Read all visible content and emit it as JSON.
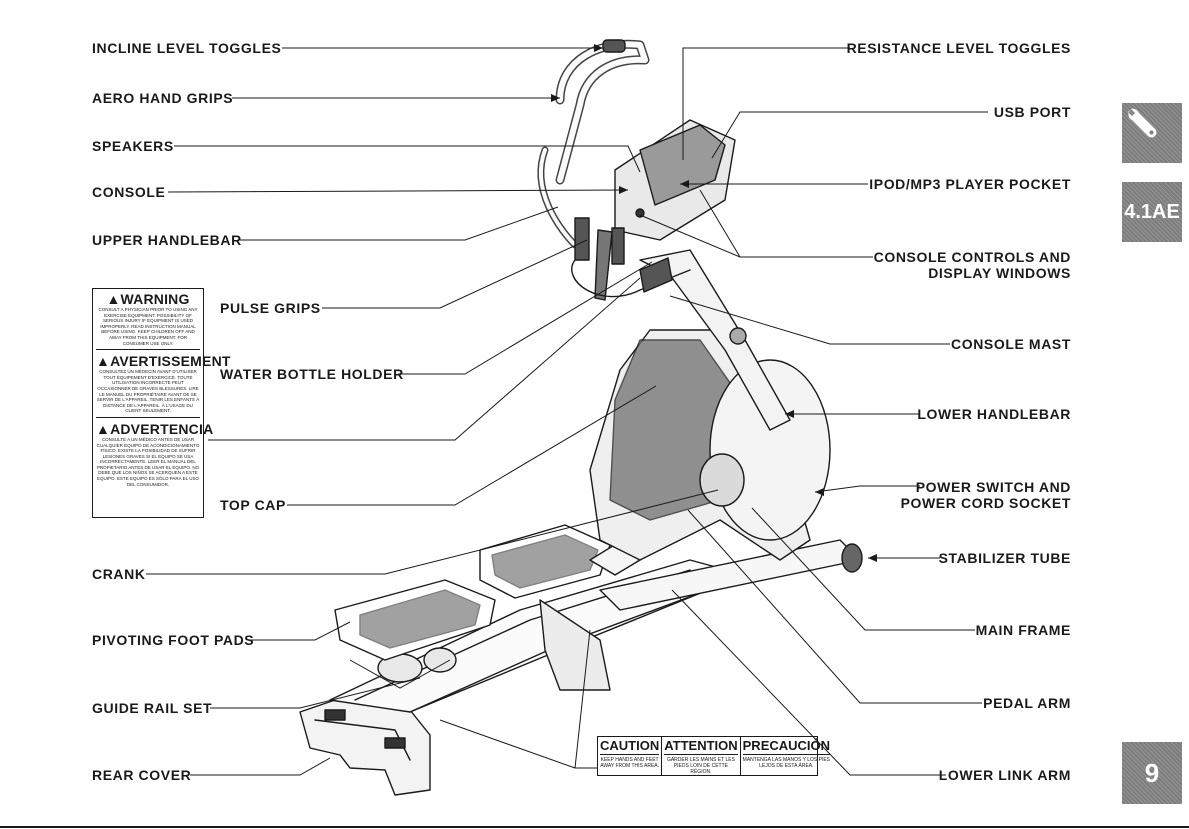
{
  "labels": {
    "incline": "INCLINE LEVEL TOGGLES",
    "aero": "AERO HAND GRIPS",
    "speakers": "SPEAKERS",
    "console": "CONSOLE",
    "upper_handlebar": "UPPER HANDLEBAR",
    "pulse_grips": "PULSE GRIPS",
    "water_bottle": "WATER BOTTLE HOLDER",
    "top_cap": "TOP CAP",
    "crank": "CRANK",
    "foot_pads": "PIVOTING FOOT PADS",
    "guide_rail": "GUIDE RAIL SET",
    "rear_cover": "REAR COVER",
    "resistance": "RESISTANCE LEVEL TOGGLES",
    "usb": "USB PORT",
    "ipod": "IPOD/MP3 PLAYER POCKET",
    "console_controls_1": "CONSOLE CONTROLS AND",
    "console_controls_2": "DISPLAY WINDOWS",
    "console_mast": "CONSOLE MAST",
    "lower_handlebar": "LOWER HANDLEBAR",
    "power_switch_1": "POWER SWITCH AND",
    "power_switch_2": "POWER CORD SOCKET",
    "stabilizer": "STABILIZER TUBE",
    "main_frame": "MAIN FRAME",
    "pedal_arm": "PEDAL ARM",
    "lower_link": "LOWER LINK ARM"
  },
  "warning": {
    "en_title": "WARNING",
    "en_text": "CONSULT A PHYSICIAN PRIOR TO USING ANY EXERCISE EQUIPMENT. POSSIBILITY OF SERIOUS INJURY IF EQUIPMENT IS USED IMPROPERLY. READ INSTRUCTION MANUAL BEFORE USING. KEEP CHILDREN OFF AND AWAY FROM THIS EQUIPMENT. FOR CONSUMER USE ONLY.",
    "fr_title": "AVERTISSEMENT",
    "fr_text": "CONSULTEZ UN MÉDECIN AVANT D'UTILISER TOUT ÉQUIPEMENT D'EXERCICE. TOUTE UTILISATION INCORRECTE PEUT OCCASIONNER DE GRAVES BLESSURES. LIRE LE MANUEL DU PROPRIÉTAIRE AVANT DE SE SERVIR DE L'APPAREIL. TENIR LES ENFANTS À DISTANCE DE L'APPAREIL. À L'USAGE DU CLIENT SEULEMENT.",
    "es_title": "ADVERTENCIA",
    "es_text": "CONSULTE A UN MÉDICO ANTES DE USAR CUALQUIER EQUIPO DE ACONDICIONAMIENTO FÍSICO. EXISTE LA POSIBILIDAD DE SUFRIR LESIONES GRAVES SI EL EQUIPO SE USA INCORRECTAMENTE. LEER EL MANUAL DEL PROPIETARIO ANTES DE USAR EL EQUIPO. NO DEBE QUE LOS NIÑOS SE ACERQUEN A ESTE EQUIPO. ESTE EQUIPO ES SÓLO PARA EL USO DEL CONSUMIDOR."
  },
  "caution": {
    "en_title": "CAUTION",
    "en_text": "KEEP HANDS AND FEET AWAY FROM THIS AREA.",
    "fr_title": "ATTENTION",
    "fr_text": "GARDER LES MAINS ET LES PIEDS LOIN DE CETTE RÉGION.",
    "es_title": "PRECAUCIÓN",
    "es_text": "MANTENGA LAS MANOS Y LOS PIES LEJOS DE ESTA ÁREA."
  },
  "tabs": {
    "chapter": "4.1AE",
    "page": "9",
    "icon": "wrench-icon"
  },
  "colors": {
    "tab_bg": "#7d7d7d",
    "ink": "#1a1a1a"
  }
}
